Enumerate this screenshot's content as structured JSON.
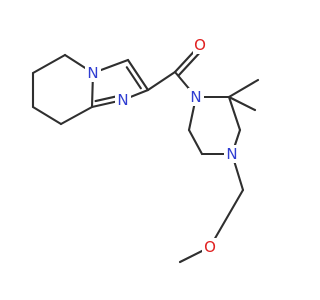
{
  "molecule": {
    "atoms": [
      {
        "id": "N1",
        "symbol": "N",
        "color": "#2f3dd1"
      },
      {
        "id": "N2",
        "symbol": "N",
        "color": "#2f3dd1"
      },
      {
        "id": "N3",
        "symbol": "N",
        "color": "#2f3dd1"
      },
      {
        "id": "N4",
        "symbol": "N",
        "color": "#2f3dd1"
      },
      {
        "id": "O1",
        "symbol": "O",
        "color": "#e02020"
      },
      {
        "id": "O2",
        "symbol": "O",
        "color": "#e02020"
      }
    ]
  }
}
